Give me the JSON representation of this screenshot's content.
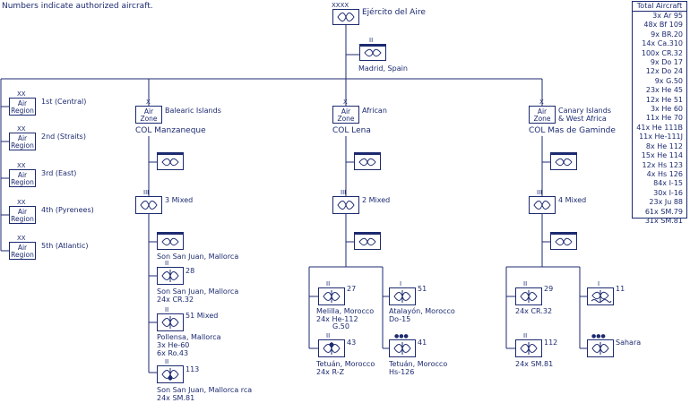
{
  "note": "Numbers indicate authorized aircraft.",
  "top": {
    "echelon": "XXXX",
    "title": "Ejército del Aire",
    "hq_echelon": "II",
    "hq_label": "Madrid, Spain"
  },
  "regions": [
    {
      "echelon": "XX",
      "line1": "Air",
      "line2": "Region",
      "label": "1st (Central)"
    },
    {
      "echelon": "XX",
      "line1": "Air",
      "line2": "Region",
      "label": "2nd (Straits)"
    },
    {
      "echelon": "XX",
      "line1": "Air",
      "line2": "Region",
      "label": "3rd (East)"
    },
    {
      "echelon": "XX",
      "line1": "Air",
      "line2": "Region",
      "label": "4th (Pyrenees)"
    },
    {
      "echelon": "XX",
      "line1": "Air",
      "line2": "Region",
      "label": "5th (Atlantic)"
    }
  ],
  "zones": [
    {
      "echelon": "X",
      "line1": "Air",
      "line2": "Zone",
      "name": "Balearic Islands",
      "commander": "COL Manzaneque",
      "brigade_echelon": "III",
      "brigade": "3 Mixed",
      "hq2_label": "Son San Juan, Mallorca",
      "units": [
        {
          "echelon": "II",
          "number": "28",
          "place": "Son San Juan, Mallorca",
          "aircraft": "24x CR.32"
        },
        {
          "echelon": "II",
          "number": "51 Mixed",
          "place": "Pollensa, Mallorca",
          "aircraft": "3x He-60",
          "aircraft2": "6x Ro.43"
        },
        {
          "echelon": "II",
          "number": "113",
          "place": "Son San Juan, Mallorca rca",
          "aircraft": "24x SM.81"
        }
      ]
    },
    {
      "echelon": "X",
      "line1": "Air",
      "line2": "Zone",
      "name": "African",
      "commander": "COL Lena",
      "brigade_echelon": "III",
      "brigade": "2 Mixed",
      "units": [
        {
          "echelon": "II",
          "number": "27",
          "place": "Melilla, Morocco",
          "aircraft": "24x He-112",
          "aircraft2": "G.50"
        },
        {
          "echelon": "I",
          "number": "51",
          "place": "Atalayón, Morocco",
          "aircraft": "Do-15"
        },
        {
          "echelon": "II",
          "number": "43",
          "place": "Tetuán, Morocco",
          "aircraft": "24x R-Z"
        },
        {
          "echelon": "●●●",
          "number": "41",
          "place": "Tetuán, Morocco",
          "aircraft": "Hs-126"
        }
      ]
    },
    {
      "echelon": "X",
      "line1": "Air",
      "line2": "Zone",
      "name": "Canary Islands",
      "name2": "& West Africa",
      "commander": "COL Mas de Gaminde",
      "brigade_echelon": "III",
      "brigade": "4 Mixed",
      "units": [
        {
          "echelon": "II",
          "number": "29",
          "aircraft": "24x CR.32"
        },
        {
          "echelon": "I",
          "number": "11"
        },
        {
          "echelon": "II",
          "number": "112",
          "aircraft": "24x SM.81"
        },
        {
          "echelon": "●●●",
          "number": "Sahara"
        }
      ]
    }
  ],
  "totals": {
    "title": "Total Aircraft",
    "rows": [
      "3x Ar 95",
      "48x Bf 109",
      "9x BR.20",
      "14x Ca.310",
      "100x CR.32",
      "9x Do 17",
      "12x Do 24",
      "9x G.50",
      "23x He 45",
      "12x He 51",
      "3x He 60",
      "11x He 70",
      "41x He 111B",
      "11x He-111J",
      "8x He 112",
      "15x He 114",
      "12x Hs 123",
      "4x Hs 126",
      "84x I-15",
      "30x I-16",
      "23x Ju 88",
      "61x SM.79",
      "31x SM.81"
    ]
  },
  "colors": {
    "ink": "#1c2a70",
    "hq_bar": "#1c2a70",
    "background": "#ffffff"
  }
}
